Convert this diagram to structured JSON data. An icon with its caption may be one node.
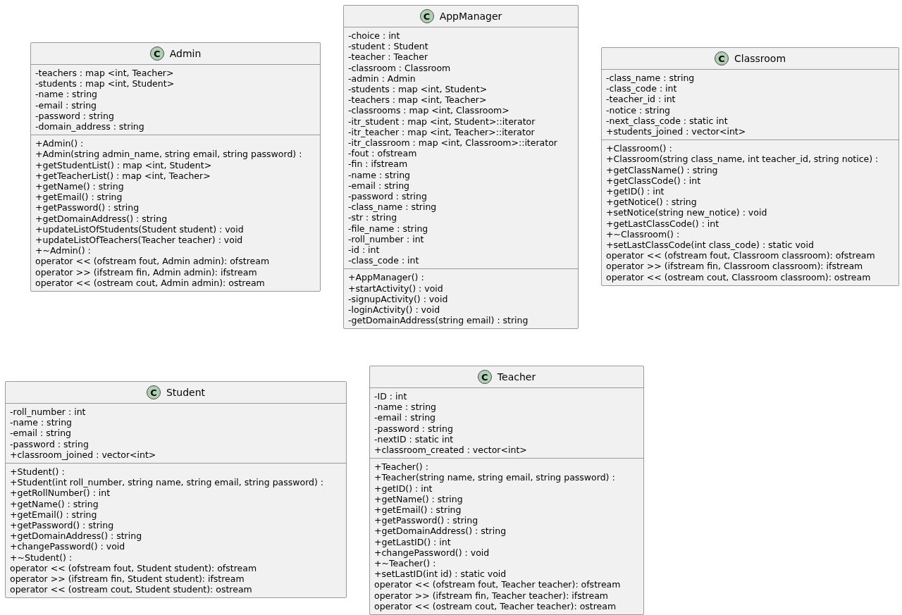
{
  "diagram": {
    "nodes": [
      {
        "text": [
          "C",
          "Admin"
        ]
      },
      {
        "text": [
          "-teachers : map <int, Teacher>",
          "-students : map <int, Student>",
          "-name : string",
          "-email : string",
          "-password : string",
          "-domain_address : string"
        ],
        "in": 0
      },
      {
        "text": [
          "+Admin() :",
          "+Admin(string admin_name, string email, string password) :",
          "+getStudentList() : map <int, Student>",
          "+getTeacherList() : map <int, Teacher>",
          "+getName() : string",
          "+getEmail() : string",
          "+getPassword() : string",
          "+getDomainAddress() : string",
          "+updateListOfStudents(Student student) : void",
          "+updateListOfTeachers(Teacher teacher) : void",
          "+~Admin() :",
          "operator << (ofstream fout, Admin admin): ofstream",
          "operator >> (ifstream fin, Admin admin): ifstream",
          "operator << (ostream cout, Admin admin): ostream"
        ],
        "in": 0
      },
      {
        "text": [
          "C",
          "AppManager"
        ]
      },
      {
        "text": [
          "-choice : int",
          "-student : Student",
          "-teacher : Teacher",
          "-classroom : Classroom",
          "-admin : Admin",
          "-students : map <int, Student>",
          "-teachers : map <int, Teacher>",
          "-classrooms : map <int, Classroom>",
          "-itr_student : map <int, Student>::iterator",
          "-itr_teacher : map <int, Teacher>::iterator",
          "-itr_classroom : map <int, Classroom>::iterator",
          "-fout : ofstream",
          "-fin : ifstream",
          "-name : string",
          "-email : string",
          "-password : string",
          "-class_name : string",
          "-str : string",
          "-file_name : string",
          "-roll_number : int",
          "-id : int",
          "-class_code : int"
        ],
        "in": 3
      },
      {
        "text": [
          "+AppManager() :",
          "+startActivity() : void",
          "-signupActivity() : void",
          "-loginActivity() : void",
          "-getDomainAddress(string email) : string"
        ],
        "in": 3
      },
      {
        "text": [
          "C",
          "Classroom"
        ]
      },
      {
        "text": [
          "-class_name : string",
          "-class_code : int",
          "-teacher_id : int",
          "-notice : string",
          "-next_class_code : static int",
          "+students_joined : vector<int>"
        ],
        "in": 6
      },
      {
        "text": [
          "+Classroom() :",
          "+Classroom(string class_name, int teacher_id, string notice) :",
          "+getClassName() : string",
          "+getClassCode() : int",
          "+getID() : int",
          "+getNotice() : string",
          "+setNotice(string new_notice) : void",
          "+getLastClassCode() : int",
          "+~Classroom() :",
          "+setLastClassCode(int class_code) : static void",
          "operator << (ofstream fout, Classroom classroom): ofstream",
          "operator >> (ifstream fin, Classroom classroom): ifstream",
          "operator << (ostream cout, Classroom classroom): ostream"
        ],
        "in": 6
      },
      {
        "text": [
          "C",
          "Student"
        ]
      },
      {
        "text": [
          "-roll_number : int",
          "-name : string",
          "-email : string",
          "-password : string",
          "+classroom_joined : vector<int>"
        ],
        "in": 9
      },
      {
        "text": [
          "+Student() :",
          "+Student(int roll_number, string name, string email, string password) :",
          "+getRollNumber() : int",
          "+getName() : string",
          "+getEmail() : string",
          "+getPassword() : string",
          "+getDomainAddress() : string",
          "+changePassword() : void",
          "+~Student() :",
          "operator << (ofstream fout, Student student): ofstream",
          "operator >> (ifstream fin, Student student): ifstream",
          "operator << (ostream cout, Student student): ostream"
        ],
        "in": 9
      },
      {
        "text": [
          "C",
          "Teacher"
        ]
      },
      {
        "text": [
          "-ID : int",
          "-name : string",
          "-email : string",
          "-password : string",
          "-nextID : static int",
          "+classroom_created : vector<int>"
        ],
        "in": 12
      },
      {
        "text": [
          "+Teacher() :",
          "+Teacher(string name, string email, string password) :",
          "+getID() : int",
          "+getName() : string",
          "+getEmail() : string",
          "+getPassword() : string",
          "+getDomainAddress() : string",
          "+getLastID() : int",
          "+changePassword() : void",
          "+~Teacher() :",
          "+setLastID(int id) : static void",
          "operator << (ofstream fout, Teacher teacher): ofstream",
          "operator >> (ifstream fin, Teacher teacher): ifstream",
          "operator << (ostream cout, Teacher teacher): ostream"
        ],
        "in": 12
      }
    ]
  }
}
